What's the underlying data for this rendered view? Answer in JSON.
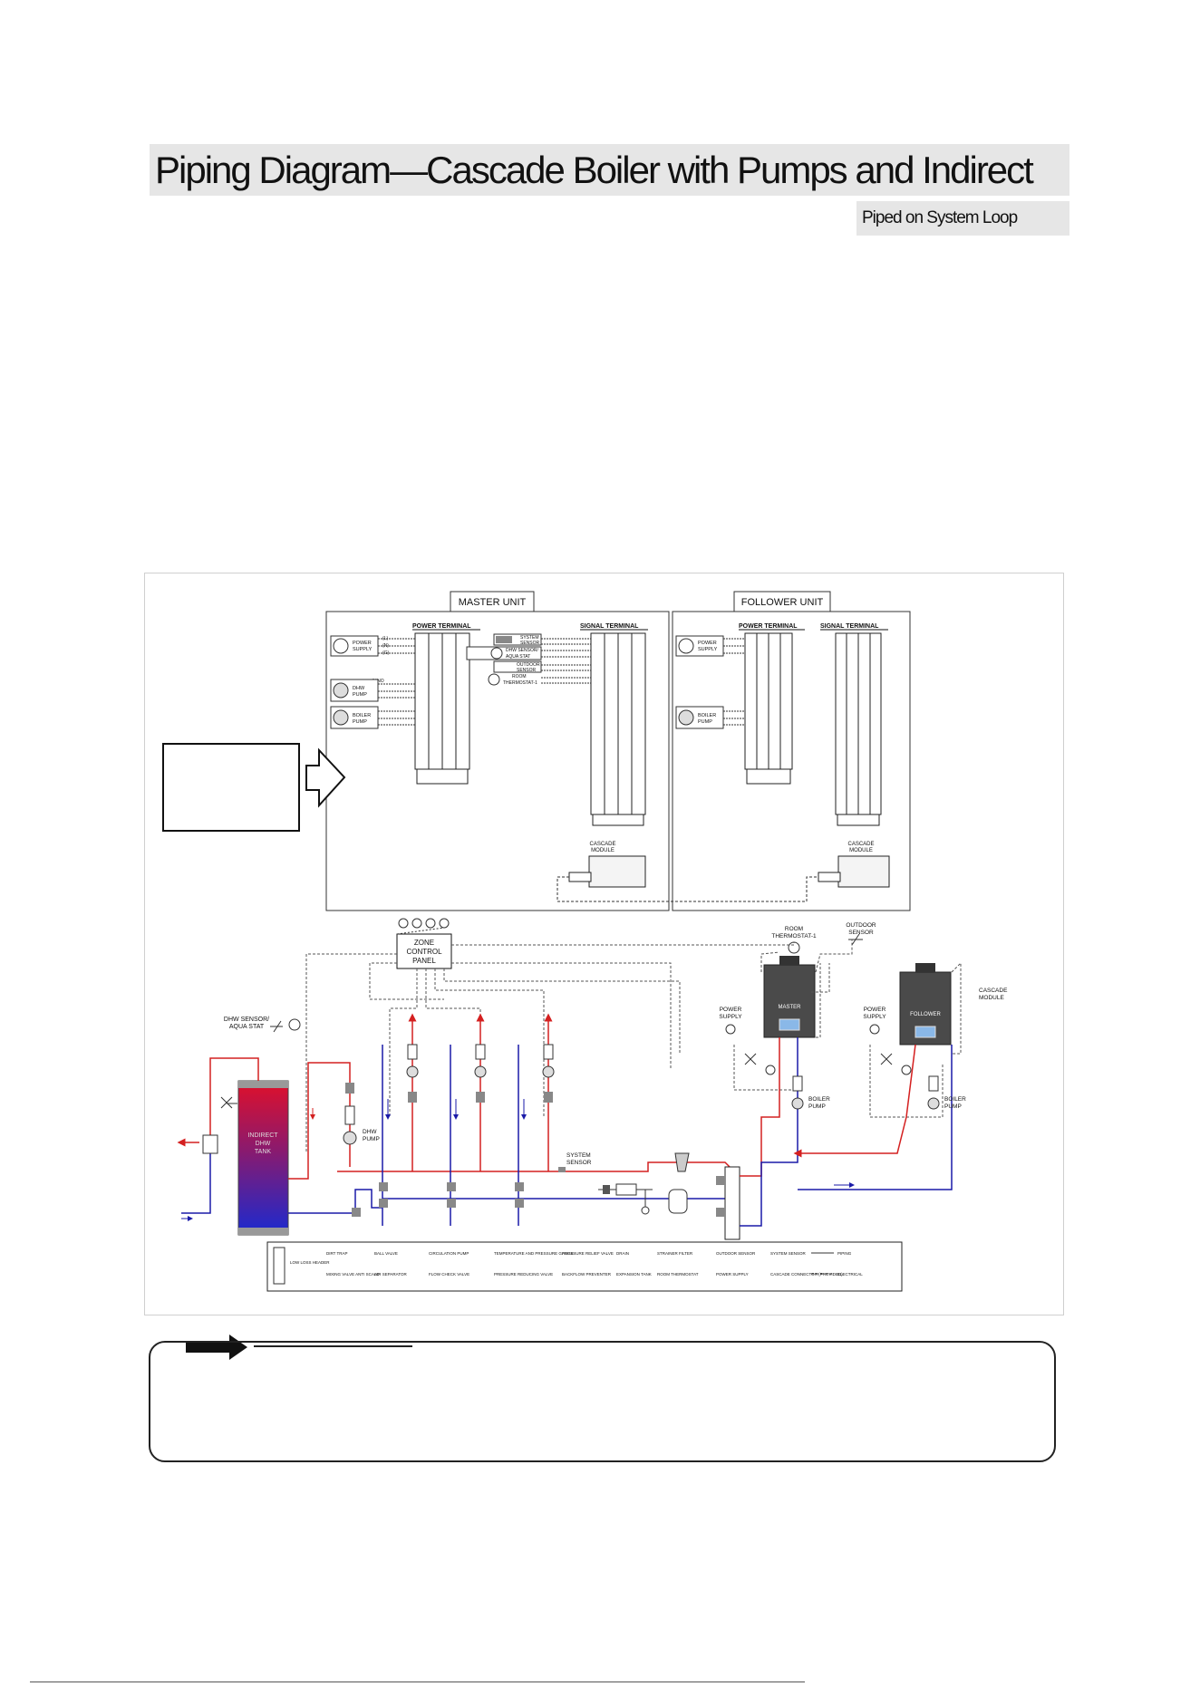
{
  "header": {
    "title": "Piping Diagram—Cascade Boiler with Pumps and Indirect",
    "subtitle": "Piped  on System Loop"
  },
  "diagram": {
    "master_unit": "MASTER UNIT",
    "follower_unit": "FOLLOWER UNIT",
    "power_terminal": "POWER TERMINAL",
    "signal_terminal": "SIGNAL TERMINAL",
    "power_supply": [
      "POWER",
      "SUPPLY"
    ],
    "dhw_pump": [
      "DHW",
      "PUMP"
    ],
    "boiler_pump": [
      "BOILER",
      "PUMP"
    ],
    "system_sensor": [
      "SYSTEM",
      "SENSOR"
    ],
    "dhw_sensor_aqua": [
      "DHW SENSOR/",
      "AQUA STAT"
    ],
    "outdoor_sensor": [
      "OUTDOOR",
      "SENSOR"
    ],
    "room_thermostat": [
      "ROOM",
      "THERMOSTAT-1"
    ],
    "cascade_module": [
      "CASCADE",
      "MODULE"
    ],
    "zone_control_panel": [
      "ZONE",
      "CONTROL",
      "PANEL"
    ],
    "master": "MASTER",
    "follower": "FOLLOWER",
    "indirect_tank": [
      "INDIRECT",
      "DHW",
      "TANK"
    ],
    "terminal_power_labels": [
      "(L)",
      "(N)",
      "(G)"
    ],
    "terminal_dhw_label": "(L)NO",
    "legend": [
      "LOW LOSS HEADER",
      "DIRT TRAP",
      "BALL VALVE",
      "CIRCULATION PUMP",
      "TEMPERATURE AND PRESSURE GAUGE",
      "PRESSURE RELIEF VALVE",
      "DRAIN",
      "STRAINER FILTER",
      "OUTDOOR SENSOR",
      "SYSTEM SENSOR",
      "PIPING",
      "MIXING VALVE ANTI SCALD",
      "AIR SEPARATOR",
      "FLOW CHECK VALVE",
      "PRESSURE REDUCING VALVE",
      "BACKFLOW PREVENTER",
      "EXPANSION TANK",
      "ROOM THERMOSTAT",
      "POWER SUPPLY",
      "CASCADE CONNECTOR (PROVIDED)",
      "ELECTRICAL"
    ]
  },
  "colors": {
    "supply": "#d42020",
    "return": "#1a1aa8",
    "title_bg": "#e6e6e6"
  }
}
